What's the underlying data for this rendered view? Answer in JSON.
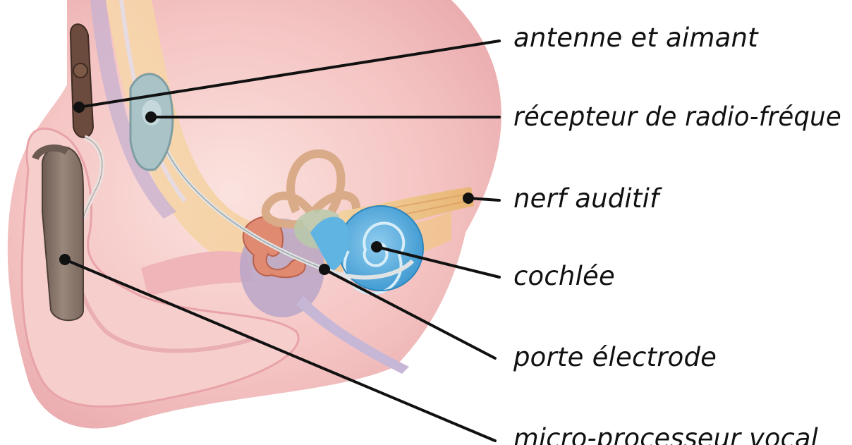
{
  "labels": {
    "antenna": "antenne et aimant",
    "receiver": "récepteur de radio-fréque",
    "nerve": "nerf auditif",
    "cochlea": "cochlée",
    "electrode": "porte électrode",
    "processor": "micro-processeur vocal"
  },
  "colors": {
    "skin": "#f4c4c2",
    "skin_light": "#fbe1df",
    "bone": "#f6d6a8",
    "cochlea": "#4aa9dc",
    "cochlea_light": "#9fd4ef",
    "nerve": "#efc58a",
    "device": "#8a776c",
    "receiver": "#a8c2c6",
    "leader": "#111111"
  }
}
